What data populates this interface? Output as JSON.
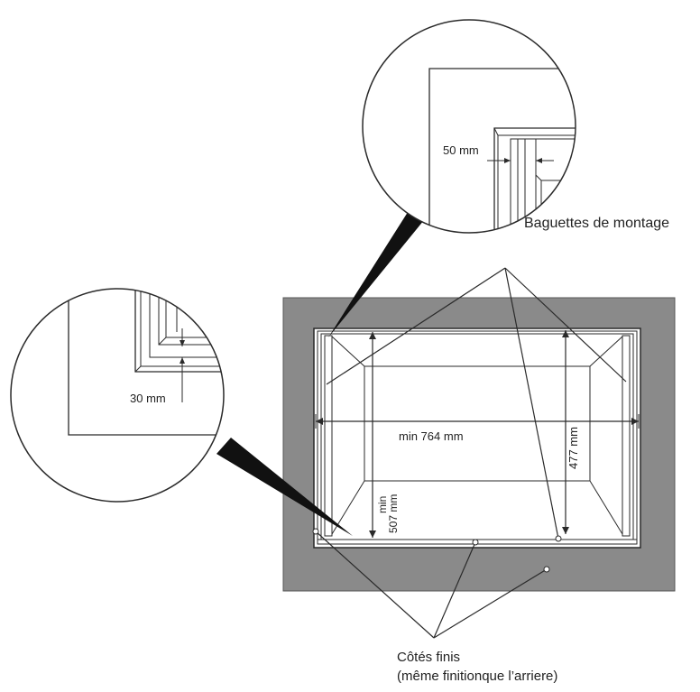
{
  "labels": {
    "mounting_strips": "Baguettes de montage",
    "finished_sides_line1": "Côtés finis",
    "finished_sides_line2": "(même finitionque l’arriere)"
  },
  "dimensions": {
    "strip_top_detail": "50 mm",
    "strip_left_detail": "30 mm",
    "min_width": "min 764 mm",
    "height": "477 mm",
    "min_height_line1": "min",
    "min_height_line2": "507 mm"
  },
  "colors": {
    "wall": "#8a8a8a",
    "cabinet_bg": "#ffffff",
    "line": "#2a2a2a"
  }
}
